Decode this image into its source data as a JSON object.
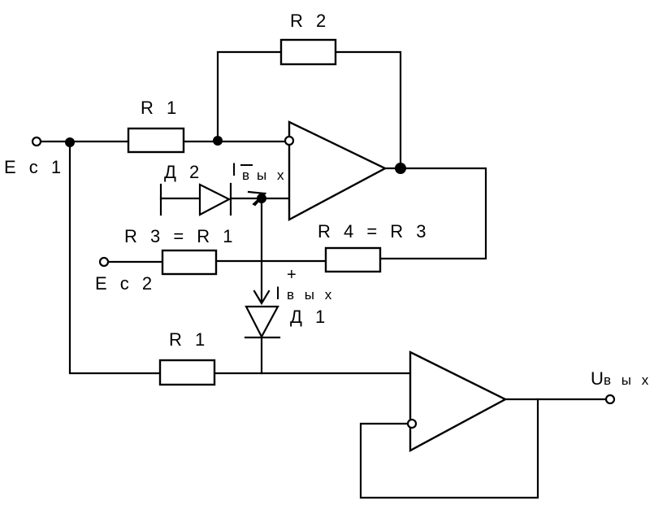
{
  "labels": {
    "r2": "R 2",
    "r1_top": "R 1",
    "ec1": "E c 1",
    "d2": "Д 2",
    "i_out_minus_main": "I",
    "i_out_minus_bar": "в",
    "i_out_minus_sub": "ы х",
    "r3": "R 3 =  R 1",
    "r4": "R 4 =  R 3",
    "ec2": "E c 2",
    "plus_sign": "+",
    "i_out_plus_main": "I",
    "i_out_plus_sub": "в ы х",
    "d1": "Д 1",
    "r1_bottom": "R 1",
    "u_out_main": "U",
    "u_out_sub": "в ы х"
  }
}
